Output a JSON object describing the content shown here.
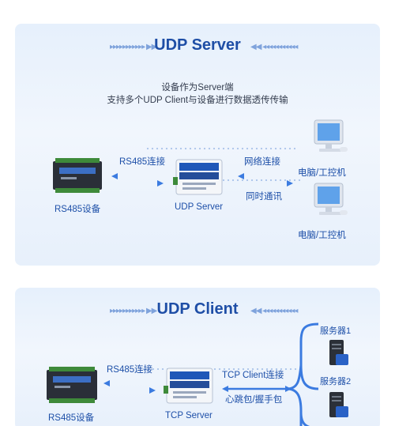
{
  "server_panel": {
    "title": "UDP Server",
    "subtitle_line1": "设备作为Server端",
    "subtitle_line2": "支持多个UDP Client与设备进行数据透传传输",
    "left_link_label": "RS485连接",
    "device_left_label": "RS485设备",
    "device_center_label": "UDP Server",
    "right_link_label": "网络连接",
    "right_link_label2": "同时通讯",
    "pc1_label": "电脑/工控机",
    "pc2_label": "电脑/工控机"
  },
  "client_panel": {
    "title": "UDP Client",
    "left_link_label": "RS485连接",
    "device_left_label": "RS485设备",
    "device_center_label": "TCP Server",
    "right_link_label": "TCP Client连接",
    "right_link_label2": "心跳包/握手包",
    "server1_label": "服务器1",
    "server2_label": "服务器2"
  },
  "colors": {
    "accent": "#1e4ea6",
    "arrow": "#3b7be0",
    "panel_bg": "#eaf2fc"
  }
}
